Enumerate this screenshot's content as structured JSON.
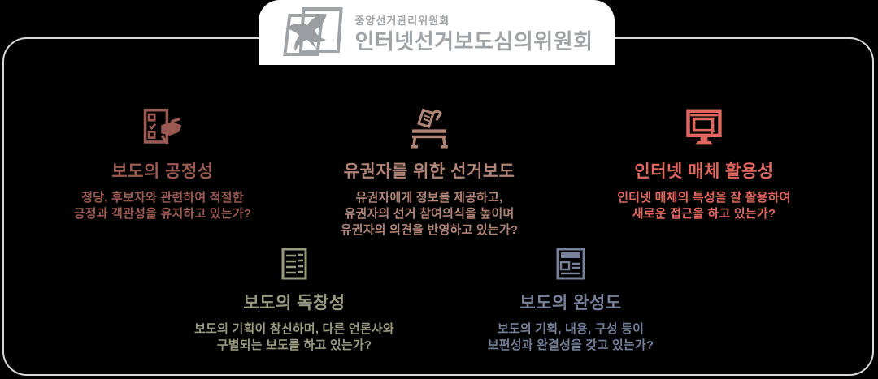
{
  "logo": {
    "org_small": "중앙선거관리위원회",
    "org_large": "인터넷선거보도심의위원회",
    "color": "#a0a3a6"
  },
  "colors": {
    "background": "#000000",
    "panel_border": "#d8d8d8",
    "logo_box_background": "#ffffff"
  },
  "sections": [
    {
      "id": "fairness",
      "icon": "ballot-hand-icon",
      "color": "#9a5a52",
      "title": "보도의 공정성",
      "lines": [
        "정당, 후보자와 관련하여 적절한",
        "긍정과 객관성을 유지하고 있는가?"
      ]
    },
    {
      "id": "voters",
      "icon": "ballot-box-icon",
      "color": "#b08477",
      "title": "유권자를 위한 선거보도",
      "lines": [
        "유권자에게 정보를 제공하고,",
        "유권자의 선거 참여의식을 높이며",
        "유권자의 의견을 반영하고 있는가?"
      ]
    },
    {
      "id": "internet-media",
      "icon": "monitor-icon",
      "color": "#e0665f",
      "title": "인터넷 매체 활용성",
      "lines": [
        "인터넷 매체의 특성을 잘 활용하여",
        "새로운 접근을 하고 있는가?"
      ]
    },
    {
      "id": "originality",
      "icon": "notepad-icon",
      "color": "#9a9a80",
      "title": "보도의 독창성",
      "lines": [
        "보도의 기획이 참신하며, 다른 언론사와",
        "구별되는 보도를 하고 있는가?"
      ]
    },
    {
      "id": "completeness",
      "icon": "newspaper-icon",
      "color": "#76809b",
      "title": "보도의 완성도",
      "lines": [
        "보도의 기획, 내용, 구성 등이",
        "보편성과 완결성을 갖고 있는가?"
      ]
    }
  ]
}
